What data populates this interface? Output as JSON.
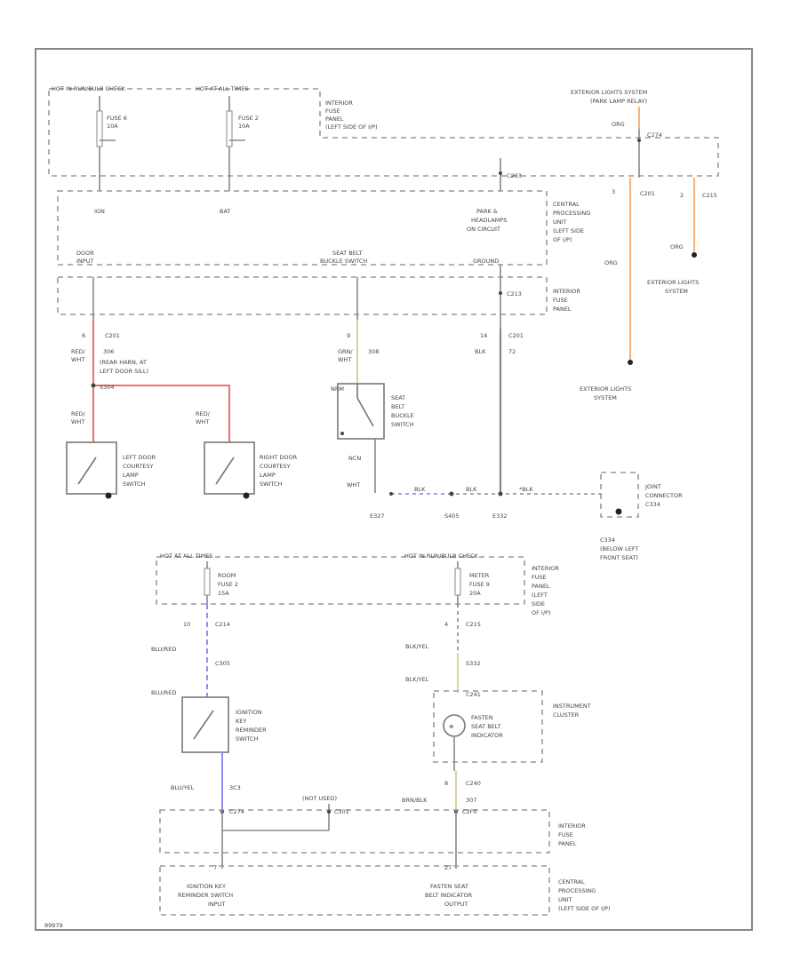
{
  "diagram_id": "89979",
  "colors": {
    "red_wire": "#f07070",
    "orange_wire": "#f5b27a",
    "blue_wire": "#8f8ff5",
    "yellow_wire": "#d6d690",
    "tan_wire": "#d9cfa0",
    "gray_wire": "#888888",
    "box_stroke": "#999999"
  },
  "top": {
    "hot_run": "HOT IN RUN/BULB CHECK",
    "hot_all": "HOT AT ALL TIMES",
    "fuse6": [
      "FUSE 6",
      "10A"
    ],
    "fuse2": [
      "FUSE 2",
      "10A"
    ],
    "ifp_label": [
      "INTERIOR",
      "FUSE",
      "PANEL",
      "(LEFT SIDE OF I/P)"
    ],
    "ign": "IGN",
    "bat": "BAT",
    "c203": "C203",
    "park_label": [
      "PARK &",
      "HEADLAMPS",
      "ON CIRCUIT"
    ],
    "cpu_label": [
      "CENTRAL",
      "PROCESSING",
      "UNIT",
      "(LEFT SIDE",
      "OF I/P)"
    ],
    "door_input": [
      "DOOR",
      "INPUT"
    ],
    "seat_belt_buckle_switch": [
      "SEAT BELT",
      "BUCKLE SWITCH"
    ],
    "ground": "GROUND",
    "c213": "C213",
    "ifp2": [
      "INTERIOR",
      "FUSE",
      "PANEL"
    ],
    "ext_relay": [
      "EXTERIOR LIGHTS SYSTEM",
      "(PARK LAMP RELAY)"
    ],
    "org": "ORG",
    "c274": "C274",
    "c201": "C201",
    "c215": "C215",
    "pin3": "3",
    "pin2": "2",
    "ext_system": [
      "EXTERIOR LIGHTS",
      "SYSTEM"
    ],
    "ext_system_right": [
      "EXTERIOR LIGHTS",
      "SYSTEM"
    ]
  },
  "middle": {
    "pin6": "6",
    "c201": "C201",
    "red_wht": [
      "RED/",
      "WHT"
    ],
    "s406": "306",
    "rear_harn": [
      "(REAR HARN, AT",
      "LEFT DOOR SILL)"
    ],
    "s304": "S304",
    "red_wht_l": [
      "RED/",
      "WHT"
    ],
    "red_wht_r": [
      "RED/",
      "WHT"
    ],
    "left_switch": [
      "LEFT DOOR",
      "COURTESY",
      "LAMP",
      "SWITCH"
    ],
    "right_switch": [
      "RIGHT DOOR",
      "COURTESY",
      "LAMP",
      "SWITCH"
    ],
    "pin9": "9",
    "s308": "308",
    "grn_wht": [
      "GRN/",
      "WHT"
    ],
    "nrm": "NRM",
    "buckle_switch": [
      "SEAT",
      "BELT",
      "BUCKLE",
      "SWITCH"
    ],
    "ncn": "NCN",
    "wht": "WHT",
    "pin14": "14",
    "c201b": "C201",
    "blk": "BLK",
    "s72": "72",
    "blk_h": "BLK",
    "blk_h2": "BLK",
    "blk_h3": "*BLK",
    "e327": "E327",
    "s405": "S405",
    "e332": "E332",
    "jc": [
      "JOINT",
      "CONNECTOR",
      "C334"
    ],
    "c334_note": [
      "C334",
      "(BELOW LEFT",
      "FRONT SEAT)"
    ]
  },
  "bottom": {
    "hot_all": "HOT AT ALL TIMES",
    "hot_run": "HOT IN RUN/BULB CHECK",
    "room_fuse": [
      "ROOM",
      "FUSE 2",
      "15A"
    ],
    "meter_fuse": [
      "METER",
      "FUSE 9",
      "20A"
    ],
    "ifp": [
      "INTERIOR",
      "FUSE",
      "PANEL",
      "(LEFT",
      "SIDE",
      "OF I/P)"
    ],
    "pin10": "10",
    "c214": "C214",
    "pin4": "4",
    "c215": "C215",
    "blu_red": "BLU/RED",
    "c305": "C305",
    "blk_yel": "BLK/YEL",
    "s332": "S332",
    "blu_red2": "BLU/RED",
    "blk_yel2": "BLK/YEL",
    "c241": "C241",
    "ign_switch": [
      "IGNITION",
      "KEY",
      "REMINDER",
      "SWITCH"
    ],
    "fasten": [
      "FASTEN",
      "SEAT BELT",
      "INDICATOR"
    ],
    "cluster": [
      "INSTRUMENT",
      "CLUSTER"
    ],
    "pin8": "8",
    "c240": "C240",
    "blu_yel": "BLU/YEL",
    "s3c3": "3C3",
    "not_used": "(NOT USED)",
    "brn_blk": "BRN/BLK",
    "s307": "307",
    "c274": "C274",
    "c301": "C301",
    "c2f0": "C2F0",
    "ifp2": [
      "INTERIOR",
      "FUSE",
      "PANEL"
    ],
    "pin7": "7",
    "pin27": "27",
    "ign_input": [
      "IGNITION KEY",
      "REMINDER SWITCH",
      "INPUT"
    ],
    "fasten_output": [
      "FASTEN SEAT",
      "BELT INDICATOR",
      "OUTPUT"
    ],
    "cpu": [
      "CENTRAL",
      "PROCESSING",
      "UNIT",
      "(LEFT SIDE OF I/P)"
    ]
  }
}
